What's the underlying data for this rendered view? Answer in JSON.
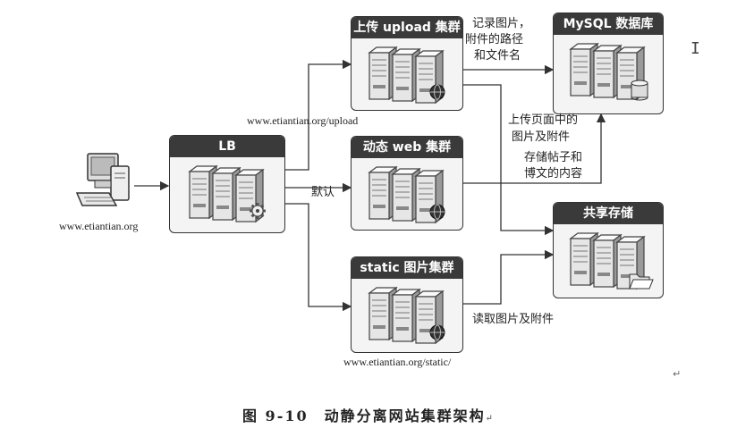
{
  "nodes": {
    "upload": "上传 upload 集群",
    "mysql": "MySQL 数据库",
    "lb": "LB",
    "web": "动态 web 集群",
    "shared_storage": "共享存储",
    "static": "static 图片集群"
  },
  "labels": {
    "record_line1": "记录图片，",
    "record_line2": "附件的路径",
    "record_line3": "和文件名",
    "upload_line1": "上传页面中的",
    "upload_line2": "图片及附件",
    "store_line1": "存储帖子和",
    "store_line2": "博文的内容",
    "default": "默认",
    "read": "读取图片及附件"
  },
  "urls": {
    "client": "www.etiantian.org",
    "upload": "www.etiantian.org/upload",
    "static": "www.etiantian.org/static/"
  },
  "caption": "图 9-10　动静分离网站集群架构",
  "icons": [
    "computer-icon",
    "server-icon",
    "gear-icon",
    "globe-icon",
    "database-icon",
    "folder-icon"
  ]
}
